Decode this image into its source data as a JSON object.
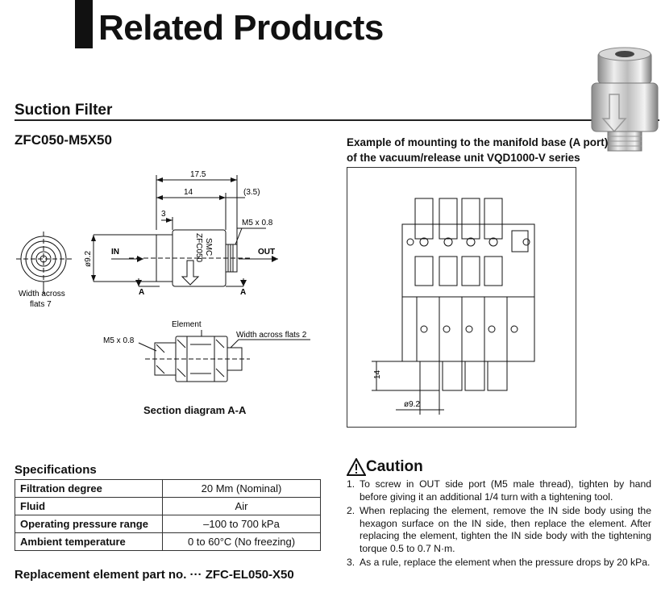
{
  "page_title": "Related Products",
  "section_title": "Suction Filter",
  "model": "ZFC050-M5X50",
  "mount_example": {
    "line1": "Example of mounting to the manifold base (A port)",
    "line2": "of the vacuum/release unit VQD1000-V series",
    "dim_height": "14",
    "dim_dia": "ø9.2"
  },
  "drawing": {
    "dim_total": "17.5",
    "dim_14": "14",
    "dim_35": "(3.5)",
    "dim_3": "3",
    "thread_out": "M5 x 0.8",
    "in_label": "IN",
    "out_label": "OUT",
    "dia_label": "ø9.2",
    "a_label": "A",
    "width_across_line1": "Width across",
    "width_across_line2": "flats 7",
    "body_marking": "ZFC050",
    "section_element": "Element",
    "section_thread": "M5 x 0.8",
    "section_flats": "Width across flats 2",
    "section_caption": "Section diagram A-A"
  },
  "specifications": {
    "title": "Specifications",
    "rows": [
      {
        "label": "Filtration degree",
        "value": "20 Mm (Nominal)"
      },
      {
        "label": "Fluid",
        "value": "Air"
      },
      {
        "label": "Operating pressure range",
        "value": "–100 to 700 kPa"
      },
      {
        "label": "Ambient temperature",
        "value": "0 to 60°C (No freezing)"
      }
    ]
  },
  "replacement": "Replacement element part no. ··· ZFC-EL050-X50",
  "caution": {
    "title": "Caution",
    "items": [
      {
        "num": "1.",
        "text": "To screw in OUT side port (M5 male thread), tighten by hand before giving it an additional 1/4 turn with a tightening tool."
      },
      {
        "num": "2.",
        "text": "When replacing the element, remove the IN side body using the hexagon surface on the IN side, then replace the element. After replacing the element, tighten the IN side body with the tightening torque 0.5 to 0.7 N·m."
      },
      {
        "num": "3.",
        "text": "As a rule, replace the element when the pressure drops by 20 kPa."
      }
    ]
  }
}
